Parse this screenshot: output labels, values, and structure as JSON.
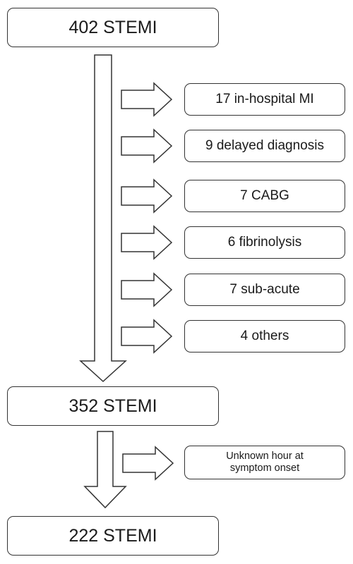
{
  "flow": {
    "start": "402 STEMI",
    "middle": "352 STEMI",
    "end": "222 STEMI"
  },
  "exclusions_first": [
    "17 in-hospital MI",
    "9 delayed diagnosis",
    "7 CABG",
    "6 fibrinolysis",
    "7 sub-acute",
    "4 others"
  ],
  "exclusion_second": "Unknown hour at\nsymptom onset",
  "colors": {
    "stroke": "#333333",
    "fill": "#ffffff",
    "text": "#1a1a1a"
  }
}
